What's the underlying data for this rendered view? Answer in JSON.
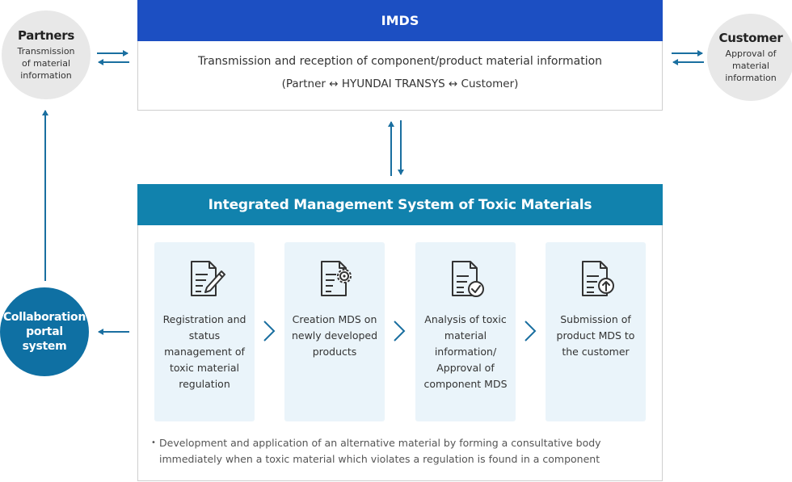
{
  "partners": {
    "title": "Partners",
    "subtitle": "Transmission of material information"
  },
  "customer": {
    "title": "Customer",
    "subtitle": "Approval of material information"
  },
  "collab": {
    "title": "Collaboration portal system"
  },
  "imds": {
    "header": "IMDS",
    "line1": "Transmission and reception of component/product material information",
    "line2": "(Partner ↔ HYUNDAI TRANSYS ↔ Customer)"
  },
  "toxic": {
    "header": "Integrated Management System of Toxic Materials",
    "steps": [
      {
        "icon": "document-pencil-icon",
        "label": "Registration and status management of toxic material regulation"
      },
      {
        "icon": "document-gear-icon",
        "label": "Creation MDS on newly developed products"
      },
      {
        "icon": "document-check-icon",
        "label": "Analysis of toxic material information/ Approval of component MDS"
      },
      {
        "icon": "document-upload-icon",
        "label": "Submission of product MDS to the customer"
      }
    ],
    "note": "Development and application of an alternative material by forming a consultative body immediately when a toxic material which violates a regulation is found in a component"
  },
  "colors": {
    "imds_header": "#1c4fc2",
    "toxic_header": "#1182ad",
    "collab_circle": "#0f70a3",
    "arrow": "#1a6fa0",
    "step_bg": "#eaf4fa"
  }
}
